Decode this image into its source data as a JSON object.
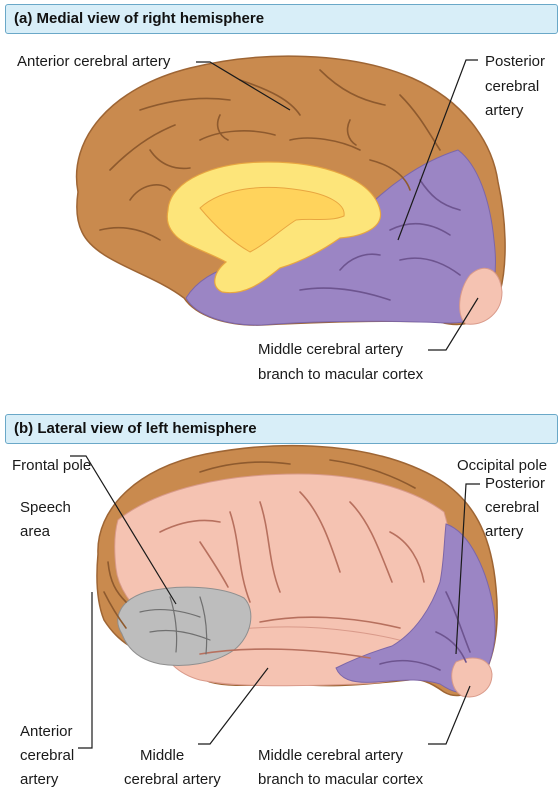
{
  "panel_a": {
    "title": "(a) Medial view of right hemisphere",
    "labels": {
      "anterior": "Anterior cerebral artery",
      "posterior_1": "Posterior",
      "posterior_2": "cerebral",
      "posterior_3": "artery",
      "middle_1": "Middle cerebral artery",
      "middle_2": "branch to macular cortex"
    }
  },
  "panel_b": {
    "title": "(b) Lateral view of left hemisphere",
    "labels": {
      "frontal_pole": "Frontal pole",
      "occipital_pole": "Occipital pole",
      "speech_1": "Speech",
      "speech_2": "area",
      "posterior_1": "Posterior",
      "posterior_2": "cerebral",
      "posterior_3": "artery",
      "anterior_1": "Anterior",
      "anterior_2": "cerebral",
      "anterior_3": "artery",
      "middle_1": "Middle",
      "middle_2": "cerebral artery",
      "middle_branch_1": "Middle cerebral artery",
      "middle_branch_2": "branch to macular cortex"
    }
  },
  "colors": {
    "anterior_territory": "#c98a4e",
    "posterior_territory": "#9b85c4",
    "middle_territory": "#f5c3b2",
    "speech_area": "#bdbdbd",
    "corpus_callosum": "#fde57a",
    "header_bg": "#d8eef8"
  }
}
